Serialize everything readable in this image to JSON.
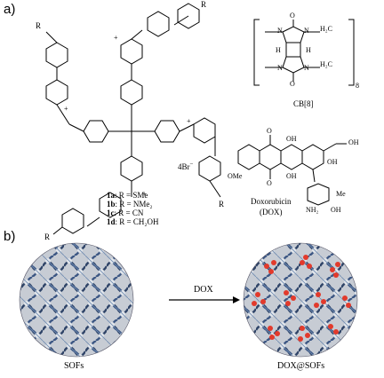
{
  "panels": {
    "a_label": "a)",
    "b_label": "b)"
  },
  "panel_a": {
    "counterion": "4Br",
    "counterion_charge": "−",
    "substituent_symbol": "R",
    "cation_charge": "+",
    "variants": [
      {
        "id": "1a",
        "text": ": R = SMe"
      },
      {
        "id": "1b",
        "text": ": R = NMe₂"
      },
      {
        "id": "1c",
        "text": ": R = CN"
      },
      {
        "id": "1d",
        "text": ": R = CH₂OH"
      }
    ],
    "cb8": {
      "label": "CB[8]",
      "repeat": "8",
      "h2c_top": "H₂C",
      "h2c_bottom": "H₂C",
      "n": "N",
      "o": "O",
      "h": "H"
    },
    "dox": {
      "name": "Doxorubicin",
      "abbr": "(DOX)",
      "ome": "OMe",
      "oh": "OH",
      "nh2": "NH₂",
      "me": "Me",
      "o": "O"
    }
  },
  "panel_b": {
    "left_caption": "SOFs",
    "arrow_label": "DOX",
    "right_caption": "DOX@SOFs"
  }
}
